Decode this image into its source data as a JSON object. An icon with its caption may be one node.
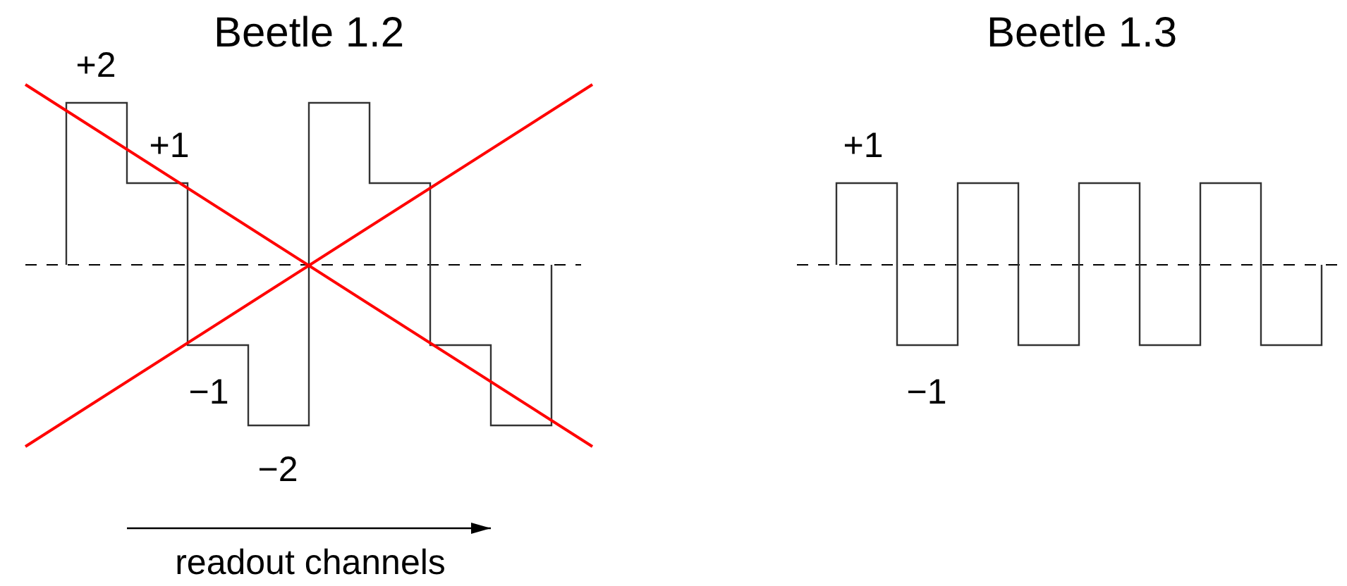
{
  "diagram": {
    "labels": [
      "Beetle 1.2",
      "Beetle 1.3",
      "+2",
      "+1",
      "+1",
      "−1",
      "−1",
      "−2",
      "readout channels"
    ]
  }
}
